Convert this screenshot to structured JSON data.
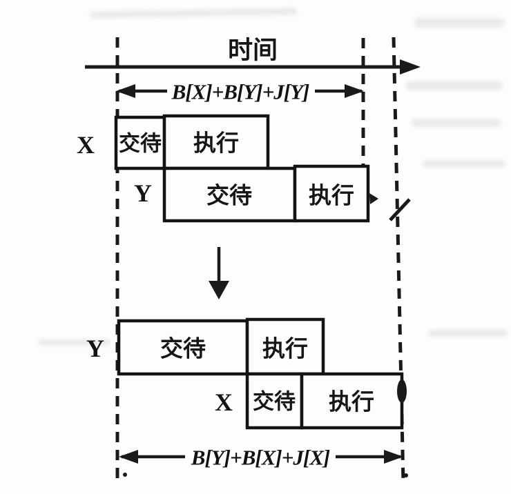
{
  "figure": {
    "axis_label": "时间",
    "measures": {
      "top": "B[X]+B[Y]+J[Y]",
      "bottom": "B[Y]+B[X]+J[X]"
    },
    "schedule_before": {
      "rows": [
        {
          "task": "X",
          "phases": [
            "交待",
            "执行"
          ]
        },
        {
          "task": "Y",
          "phases": [
            "交待",
            "执行"
          ]
        }
      ]
    },
    "schedule_after": {
      "rows": [
        {
          "task": "Y",
          "phases": [
            "交待",
            "执行"
          ]
        },
        {
          "task": "X",
          "phases": [
            "交待",
            "执行"
          ]
        }
      ]
    },
    "colors": {
      "ink": "#1a1a1a",
      "paper": "#fdfdfc"
    }
  }
}
